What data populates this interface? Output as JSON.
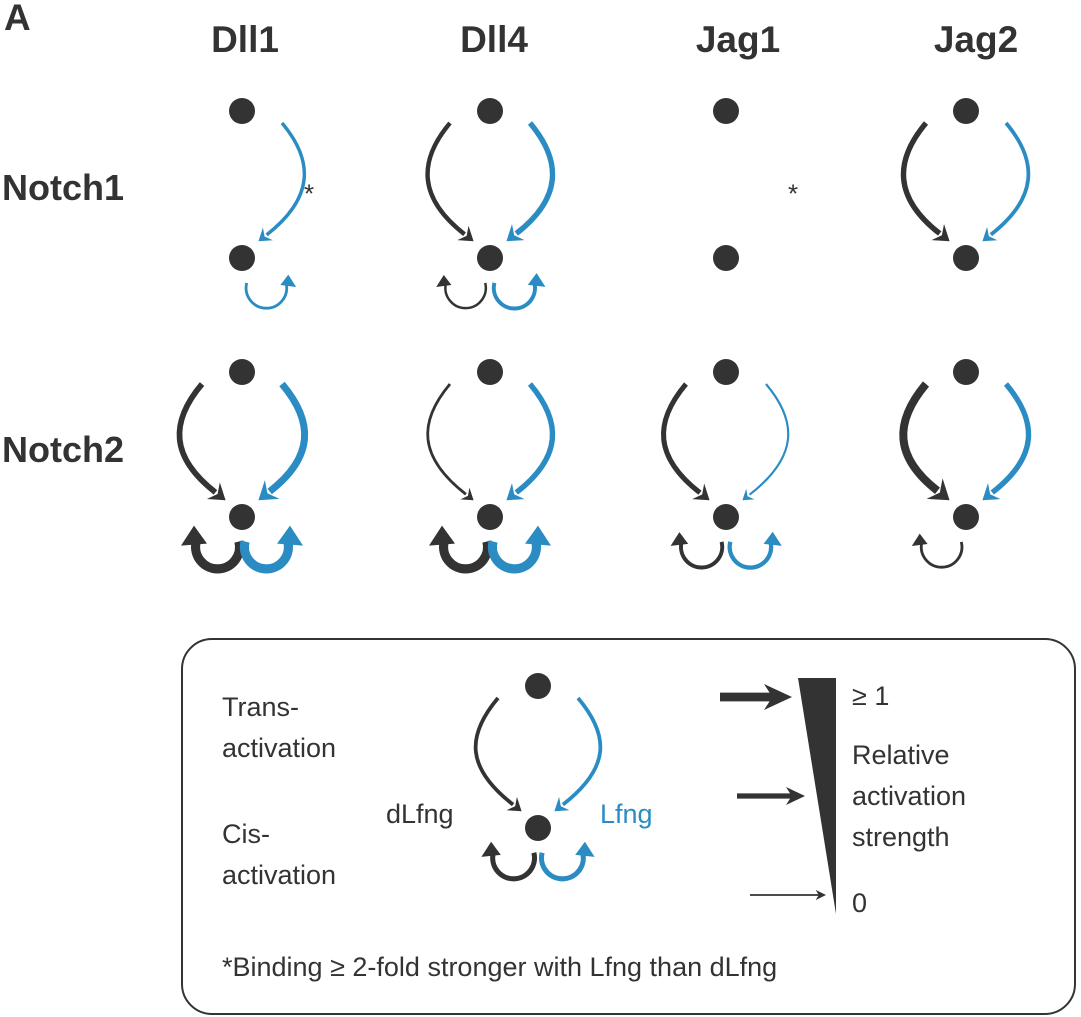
{
  "panel_label": "A",
  "columns": [
    "Dll1",
    "Dll4",
    "Jag1",
    "Jag2"
  ],
  "rows": [
    "Notch1",
    "Notch2"
  ],
  "colors": {
    "dLfng": "#333333",
    "Lfng": "#2b8cc4"
  },
  "asterisk": "*",
  "cells": [
    {
      "row": "Notch1",
      "ligand": "Dll1",
      "trans_dLfng": 0,
      "trans_Lfng": 0.3,
      "cis_dLfng": 0,
      "cis_Lfng": 0.15,
      "asterisk": true
    },
    {
      "row": "Notch1",
      "ligand": "Dll4",
      "trans_dLfng": 0.45,
      "trans_Lfng": 0.6,
      "cis_dLfng": 0.1,
      "cis_Lfng": 0.3,
      "asterisk": false
    },
    {
      "row": "Notch1",
      "ligand": "Jag1",
      "trans_dLfng": 0,
      "trans_Lfng": 0,
      "cis_dLfng": 0,
      "cis_Lfng": 0,
      "asterisk": true
    },
    {
      "row": "Notch1",
      "ligand": "Jag2",
      "trans_dLfng": 0.6,
      "trans_Lfng": 0.35,
      "cis_dLfng": 0,
      "cis_Lfng": 0,
      "asterisk": false
    },
    {
      "row": "Notch2",
      "ligand": "Dll1",
      "trans_dLfng": 0.65,
      "trans_Lfng": 0.85,
      "cis_dLfng": 1,
      "cis_Lfng": 1,
      "asterisk": false
    },
    {
      "row": "Notch2",
      "ligand": "Dll4",
      "trans_dLfng": 0.2,
      "trans_Lfng": 0.6,
      "cis_dLfng": 1,
      "cis_Lfng": 1,
      "asterisk": false
    },
    {
      "row": "Notch2",
      "ligand": "Jag1",
      "trans_dLfng": 0.55,
      "trans_Lfng": 0.1,
      "cis_dLfng": 0.3,
      "cis_Lfng": 0.35,
      "asterisk": false
    },
    {
      "row": "Notch2",
      "ligand": "Jag2",
      "trans_dLfng": 1,
      "trans_Lfng": 0.6,
      "cis_dLfng": 0.15,
      "cis_Lfng": 0,
      "asterisk": false
    }
  ],
  "legend": {
    "trans_label_1": "Trans-",
    "trans_label_2": "activation",
    "cis_label_1": "Cis-",
    "cis_label_2": "activation",
    "dLfng_label": "dLfng",
    "Lfng_label": "Lfng",
    "scale_max": "≥ 1",
    "scale_min": "0",
    "scale_title_1": "Relative",
    "scale_title_2": "activation",
    "scale_title_3": "strength",
    "footnote": "*Binding ≥ 2-fold stronger with Lfng than dLfng"
  }
}
